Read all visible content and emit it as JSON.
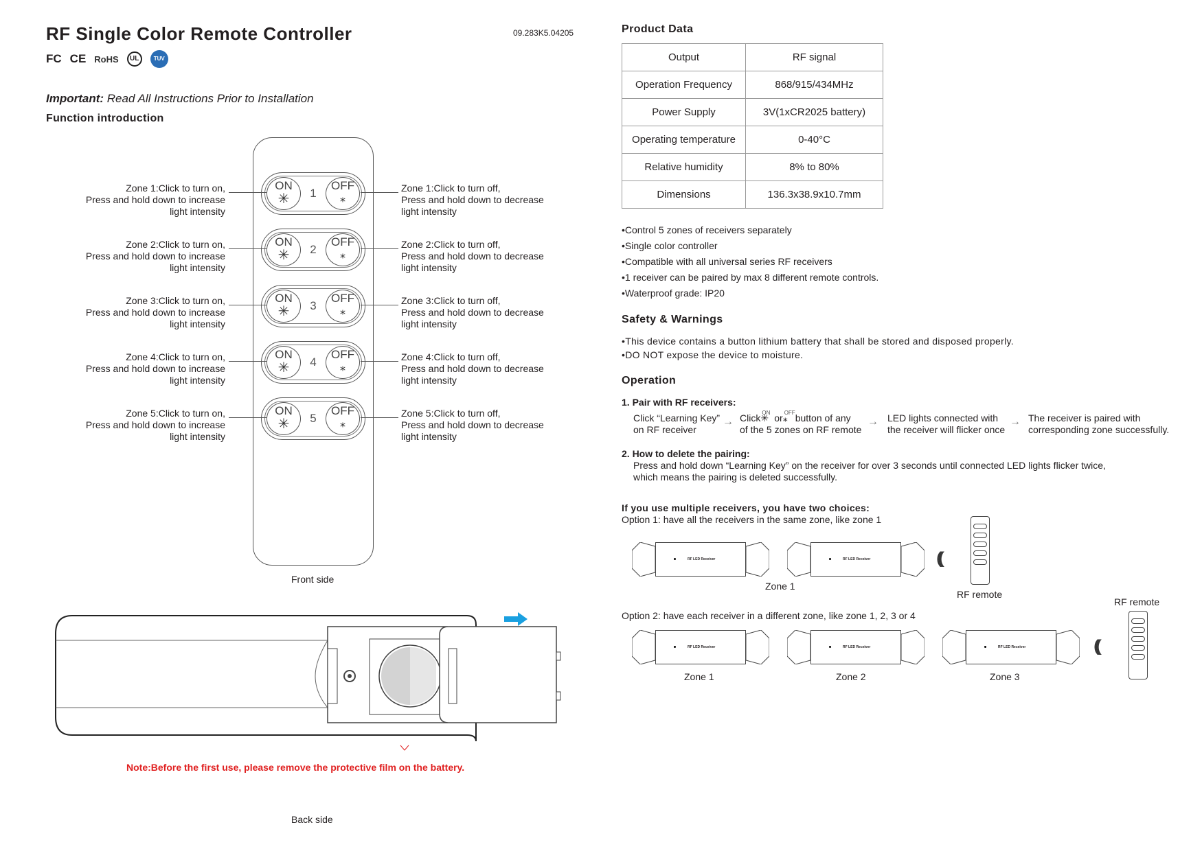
{
  "header": {
    "title": "RF Single Color Remote Controller",
    "code": "09.283K5.04205"
  },
  "certs": [
    "FC",
    "CE",
    "RoHS",
    "UL",
    "TUV"
  ],
  "important": {
    "label": "Important:",
    "text": " Read All Instructions Prior to Installation"
  },
  "function_intro": "Function introduction",
  "remote_buttons": {
    "on": "ON",
    "off": "OFF"
  },
  "zones": [
    {
      "num": "1",
      "left": [
        "Zone 1:Click to turn on,",
        "Press and hold down to increase",
        "light intensity"
      ],
      "right": [
        "Zone 1:Click to turn off,",
        "Press and hold down to decrease",
        "light intensity"
      ]
    },
    {
      "num": "2",
      "left": [
        "Zone 2:Click to turn on,",
        "Press and hold down to increase",
        "light intensity"
      ],
      "right": [
        "Zone 2:Click to turn off,",
        "Press and hold down to decrease",
        "light intensity"
      ]
    },
    {
      "num": "3",
      "left": [
        "Zone 3:Click to turn on,",
        "Press and hold down to increase",
        "light intensity"
      ],
      "right": [
        "Zone 3:Click to turn off,",
        "Press and hold down to decrease",
        "light intensity"
      ]
    },
    {
      "num": "4",
      "left": [
        "Zone 4:Click to turn on,",
        "Press and hold down to increase",
        "light intensity"
      ],
      "right": [
        "Zone 4:Click to turn off,",
        "Press and hold down to decrease",
        "light intensity"
      ]
    },
    {
      "num": "5",
      "left": [
        "Zone 5:Click to turn on,",
        "Press and hold down to increase",
        "light intensity"
      ],
      "right": [
        "Zone 5:Click to turn off,",
        "Press and hold down to decrease",
        "light intensity"
      ]
    }
  ],
  "front_side": "Front side",
  "back_side": "Back side",
  "note": "Note:Before the first use, please remove the protective film on the battery.",
  "product_data": {
    "heading": "Product Data",
    "rows": [
      [
        "Output",
        "RF signal"
      ],
      [
        "Operation Frequency",
        "868/915/434MHz"
      ],
      [
        "Power Supply",
        "3V(1xCR2025 battery)"
      ],
      [
        "Operating temperature",
        "0-40°C"
      ],
      [
        "Relative humidity",
        "8% to 80%"
      ],
      [
        "Dimensions",
        "136.3x38.9x10.7mm"
      ]
    ]
  },
  "features": [
    "Control 5 zones of receivers separately",
    "Single color controller",
    "Compatible with all universal series RF receivers",
    "1 receiver can be paired by max 8 different remote controls.",
    "Waterproof grade: IP20"
  ],
  "safety": {
    "heading": "Safety & Warnings",
    "items": [
      "This device contains a button lithium battery that shall be stored and disposed properly.",
      "DO NOT expose the device to moisture."
    ]
  },
  "operation": {
    "heading": "Operation",
    "pair_heading": "1. Pair with RF receivers:",
    "pair_steps": [
      [
        "Click “Learning Key”",
        "on RF receiver"
      ],
      [
        "Click",
        "or",
        "button of any",
        "of the 5 zones on RF remote"
      ],
      [
        "LED lights connected with",
        "the receiver will flicker once"
      ],
      [
        "The receiver is paired with",
        "corresponding zone successfully."
      ]
    ],
    "delete_heading": "2. How to delete the pairing:",
    "delete_text": [
      "Press and hold down “Learning Key” on the receiver for over 3 seconds until connected LED lights flicker twice,",
      "which means the pairing is deleted successfully."
    ],
    "multi_heading": "If you use multiple receivers, you have two choices:",
    "option1": "Option 1: have all the receivers in the same zone, like zone 1",
    "option2": "Option 2: have each receiver in a different zone, like zone 1, 2, 3 or 4",
    "receiver_label": "RF LED Receiver",
    "learning_key": "Learning Key",
    "zone1": "Zone 1",
    "zone2": "Zone 2",
    "zone3": "Zone 3",
    "rf_remote": "RF remote"
  }
}
